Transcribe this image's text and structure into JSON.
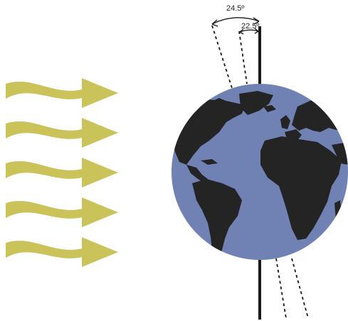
{
  "labels": {
    "angle_outer": "24.5º",
    "angle_inner": "22.5º"
  },
  "colors": {
    "background": "#ffffff",
    "arrow": "#c9c35a",
    "ocean": "#6f82b3",
    "land": "#242424",
    "axis": "#1a1a1a"
  },
  "arrow_count": 5
}
